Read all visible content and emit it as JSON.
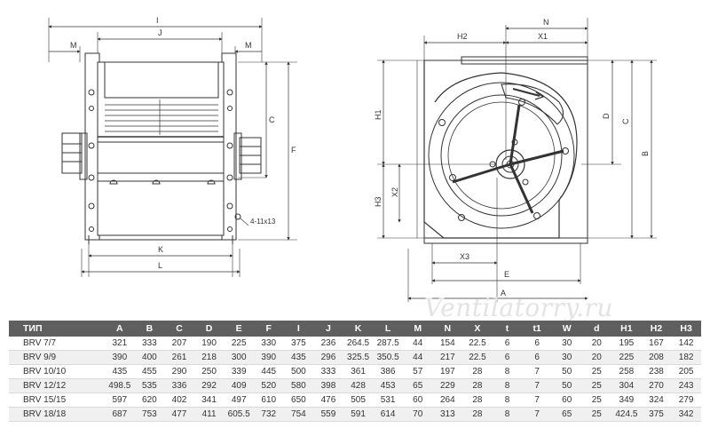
{
  "drawing": {
    "side_view": {
      "labels": {
        "I": "I",
        "J": "J",
        "M_left": "M",
        "M_right": "M",
        "C": "C",
        "F": "F",
        "K": "K",
        "L": "L",
        "holes": "4-11x13"
      }
    },
    "front_view": {
      "labels": {
        "N": "N",
        "H2": "H2",
        "X1": "X1",
        "H1": "H1",
        "D": "D",
        "C": "C",
        "B": "B",
        "H3": "H3",
        "X2": "X2",
        "X3": "X3",
        "E": "E",
        "A": "A"
      }
    },
    "watermark": "Ventilatorry.ru"
  },
  "table": {
    "headers": [
      "ТИП",
      "A",
      "B",
      "C",
      "D",
      "E",
      "F",
      "I",
      "J",
      "K",
      "L",
      "M",
      "N",
      "X",
      "t",
      "t1",
      "W",
      "d",
      "H1",
      "H2",
      "H3"
    ],
    "rows": [
      [
        "BRV 7/7",
        "321",
        "333",
        "207",
        "190",
        "225",
        "330",
        "375",
        "236",
        "264.5",
        "287.5",
        "44",
        "154",
        "22.5",
        "6",
        "6",
        "30",
        "20",
        "195",
        "167",
        "142"
      ],
      [
        "BRV 9/9",
        "390",
        "400",
        "261",
        "218",
        "300",
        "390",
        "435",
        "296",
        "325.5",
        "350.5",
        "44",
        "217",
        "22.5",
        "6",
        "6",
        "30",
        "20",
        "225",
        "208",
        "182"
      ],
      [
        "BRV 10/10",
        "435",
        "455",
        "290",
        "250",
        "339",
        "445",
        "500",
        "333",
        "361",
        "386",
        "57",
        "197",
        "28",
        "8",
        "7",
        "50",
        "25",
        "258",
        "238",
        "205"
      ],
      [
        "BRV 12/12",
        "498.5",
        "535",
        "336",
        "292",
        "409",
        "520",
        "580",
        "398",
        "428",
        "453",
        "65",
        "229",
        "28",
        "8",
        "7",
        "50",
        "25",
        "304",
        "270",
        "243"
      ],
      [
        "BRV 15/15",
        "597",
        "620",
        "402",
        "341",
        "497",
        "610",
        "650",
        "476",
        "505",
        "531",
        "60",
        "264",
        "28",
        "8",
        "7",
        "60",
        "25",
        "349",
        "324",
        "279"
      ],
      [
        "BRV 18/18",
        "687",
        "753",
        "477",
        "411",
        "605.5",
        "732",
        "754",
        "559",
        "591",
        "614",
        "70",
        "313",
        "28",
        "8",
        "7",
        "65",
        "25",
        "424.5",
        "375",
        "342"
      ]
    ]
  }
}
